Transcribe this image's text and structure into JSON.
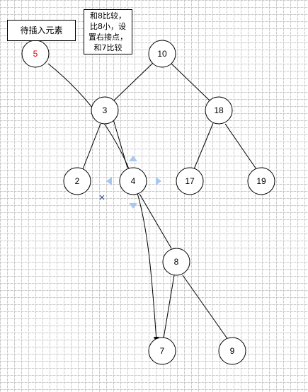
{
  "labels": {
    "waiting_insert": "待插入元素",
    "note": "和8比较，比8小，设置右接点，和7比较"
  },
  "nodes": [
    {
      "key": "insert",
      "text": "5",
      "color": "#e00000"
    },
    {
      "key": "n10",
      "text": "10"
    },
    {
      "key": "n3",
      "text": "3"
    },
    {
      "key": "n18",
      "text": "18"
    },
    {
      "key": "n2",
      "text": "2"
    },
    {
      "key": "n4",
      "text": "4"
    },
    {
      "key": "n17",
      "text": "17"
    },
    {
      "key": "n19",
      "text": "19"
    },
    {
      "key": "n8",
      "text": "8"
    },
    {
      "key": "n7",
      "text": "7"
    },
    {
      "key": "n9",
      "text": "9"
    }
  ],
  "colors": {
    "grid": "#c8c8c8",
    "node_stroke": "#000000",
    "insert_text": "#e00000",
    "selection_handle": "#a9c8ef",
    "cross_marker": "#1f3c8f"
  }
}
